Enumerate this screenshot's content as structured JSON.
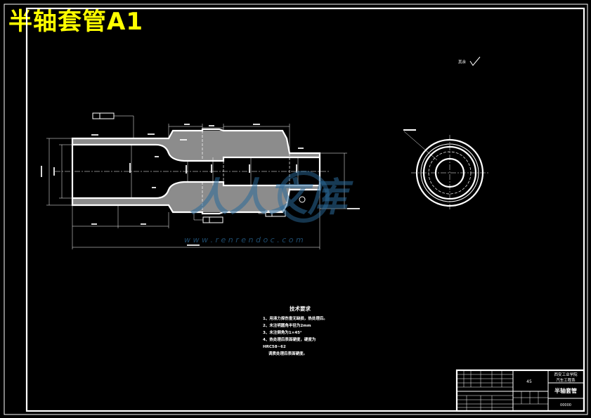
{
  "title": "半轴套管A1",
  "roughness_general": "其余",
  "tech_requirements": {
    "heading": "技术要求",
    "items": [
      "1、用液力探伤查无缺损，热处理后。",
      "2、未注明圆角半径为2mm",
      "3、未注倒角为1×45°",
      "4、热处理后表面硬度，硬度为",
      "HRC58~62",
      "调质处理后表面硬度。"
    ]
  },
  "title_block": {
    "school": "西安工业学院",
    "dept": "汽车工程系",
    "part_name": "半轴套管",
    "material": "45",
    "drawing_no": "00000"
  },
  "watermark": {
    "text": "人人文库",
    "url": "w w w . r e n r e n d o c . c o m"
  },
  "colors": {
    "background": "#000000",
    "title": "#ffff00",
    "lines": "#ffffff",
    "watermark": "#2a6a9a"
  }
}
